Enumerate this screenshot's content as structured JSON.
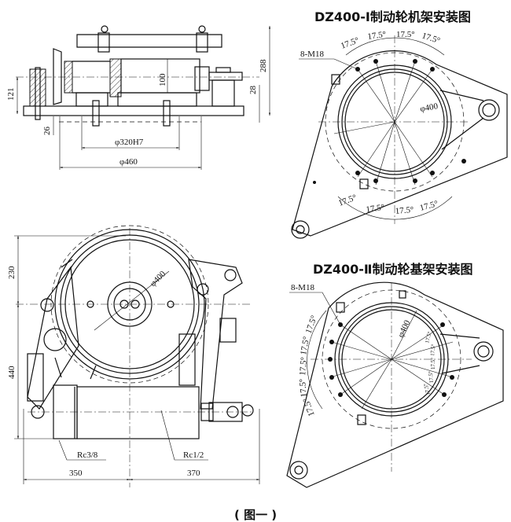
{
  "titles": {
    "view1": "DZ400-Ⅰ制动轮机架安装图",
    "view2": "DZ400-Ⅱ制动轮基架安装图",
    "caption": "( 图一 )"
  },
  "side_view": {
    "dims": {
      "height_total": "288",
      "height_left": "121",
      "offset": "26",
      "bore": "φ320H7",
      "outer": "φ460",
      "inner_h": "100",
      "right_h": "28"
    }
  },
  "frame1": {
    "bolt_label": "8-M18",
    "diameter": "φ400",
    "angles_top": [
      "17.5°",
      "17.5°",
      "17.5°",
      "17.5°"
    ],
    "angles_bottom": [
      "17.5°",
      "17.5°",
      "17.5°",
      "17.5°"
    ]
  },
  "front_view": {
    "dims": {
      "upper": "230",
      "lower": "440",
      "left": "350",
      "right": "370"
    },
    "diameter": "φ400",
    "port_left": "Rc3/8",
    "port_right": "Rc1/2"
  },
  "frame2": {
    "bolt_label": "8-M18",
    "diameter": "φ400",
    "angles_left": [
      "17.5°",
      "17.5°",
      "17.5°",
      "17.5°",
      "17.5°"
    ],
    "angles_right": [
      "17.5°",
      "17.5°",
      "17.5°",
      "17.5°",
      "17.5°"
    ]
  }
}
